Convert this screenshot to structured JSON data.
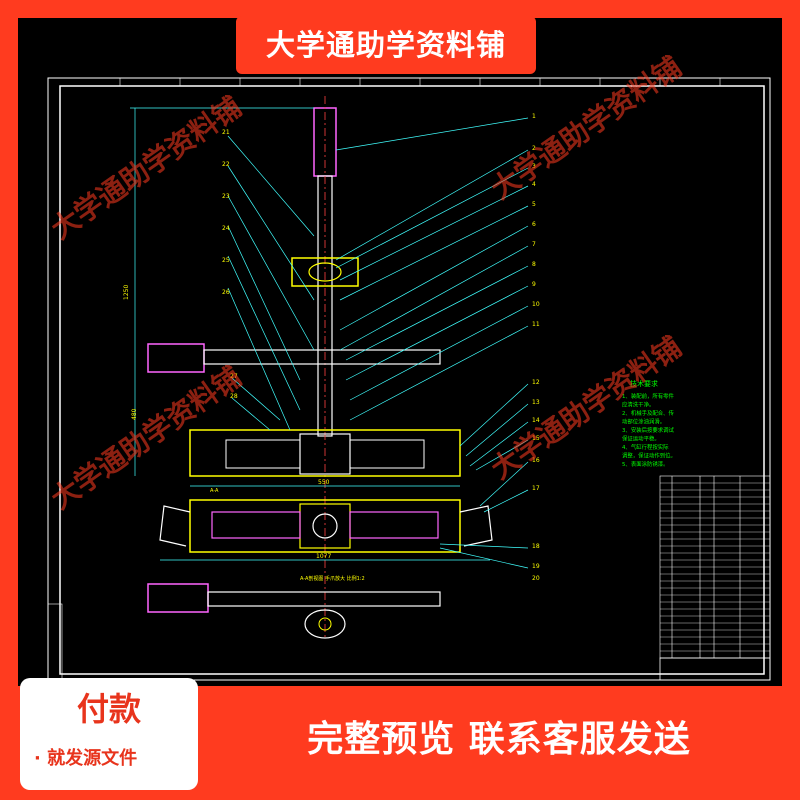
{
  "banner_title": "大学通助学资料铺",
  "watermark": "大学通助学资料铺",
  "tech_requirements": {
    "heading": "技术要求",
    "lines": [
      "1、装配前，所有零件",
      "应清洗干净。",
      "2、机械手及配合、传",
      "动部位涂油润滑。",
      "3、安装后按要求调试",
      "保证运动平稳。",
      "4、气缸行程按实际",
      "调整，保证动作到位。",
      "5、表面涂防锈漆。"
    ]
  },
  "balloons": [
    "1",
    "2",
    "3",
    "4",
    "5",
    "6",
    "7",
    "8",
    "9",
    "10",
    "11",
    "12",
    "13",
    "14",
    "15",
    "16",
    "17",
    "18",
    "19",
    "20",
    "21",
    "22",
    "23",
    "24",
    "25",
    "26",
    "27",
    "28"
  ],
  "dims": {
    "overall_height": "1250",
    "lower_height": "480",
    "width_1": "550",
    "width_2": "1077",
    "note": "A-A"
  },
  "section_label": "A-A剖视图  手爪放大  比例1:2",
  "cta": {
    "pay": "付款",
    "send": "· 就发源文件",
    "preview": "完整预览  联系客服发送"
  }
}
